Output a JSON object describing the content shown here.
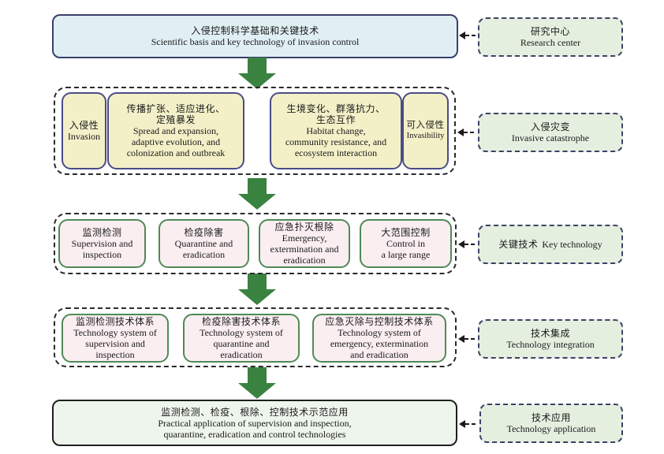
{
  "main_flow": {
    "top": {
      "cn": "入侵控制科学基础和关键技术",
      "en": "Scientific basis and key technology of invasion control"
    },
    "invasive_catastrophe_group": {
      "invasion": {
        "cn": "入侵性",
        "en": "Invasion"
      },
      "spread": {
        "cn_line1": "传播扩张、适应进化、",
        "cn_line2": "定殖暴发",
        "en_line1": "Spread and expansion,",
        "en_line2": "adaptive evolution, and",
        "en_line3": "colonization and outbreak"
      },
      "habitat": {
        "cn_line1": "生境变化、群落抗力、",
        "cn_line2": "生态互作",
        "en_line1": "Habitat change,",
        "en_line2": "community resistance, and",
        "en_line3": "ecosystem interaction"
      },
      "invasibility": {
        "cn": "可入侵性",
        "en": "Invasibility"
      }
    },
    "key_technology_group": [
      {
        "cn": "监测检测",
        "en_line1": "Supervision and",
        "en_line2": "inspection",
        "en_line3": ""
      },
      {
        "cn": "检疫除害",
        "en_line1": "Quarantine and",
        "en_line2": "eradication",
        "en_line3": ""
      },
      {
        "cn": "应急扑灭根除",
        "en_line1": "Emergency,",
        "en_line2": "extermination and",
        "en_line3": "eradication"
      },
      {
        "cn": "大范围控制",
        "en_line1": "Control in",
        "en_line2": "a large range",
        "en_line3": ""
      }
    ],
    "technology_integration_group": [
      {
        "cn": "监测检测技术体系",
        "en_line1": "Technology system of",
        "en_line2": "supervision and",
        "en_line3": "inspection"
      },
      {
        "cn": "检疫除害技术体系",
        "en_line1": "Technology system of",
        "en_line2": "quarantine and",
        "en_line3": "eradication"
      },
      {
        "cn": "应急灭除与控制技术体系",
        "en_line1": "Technology system of",
        "en_line2": "emergency, extermination",
        "en_line3": "and eradication"
      }
    ],
    "bottom": {
      "cn": "监测检测、检疫、根除、控制技术示范应用",
      "en_line1": "Practical application of supervision and inspection,",
      "en_line2": "quarantine, eradication and control technologies"
    }
  },
  "side_labels": [
    {
      "cn": "研究中心",
      "en": "Research center"
    },
    {
      "cn": "入侵灾变",
      "en": "Invasive catastrophe"
    },
    {
      "cn": "关键技术",
      "en": "Key technology"
    },
    {
      "cn": "技术集成",
      "en": "Technology integration"
    },
    {
      "cn": "技术应用",
      "en": "Technology application"
    }
  ],
  "colors": {
    "flow_arrow": "#3a8240",
    "top_box_fill": "#e0eff3",
    "yellow_box_fill": "#f3f0c8",
    "pink_box_fill": "#fbeef1",
    "side_box_fill": "#e5efe0",
    "bottom_box_fill": "#eef5ec"
  }
}
